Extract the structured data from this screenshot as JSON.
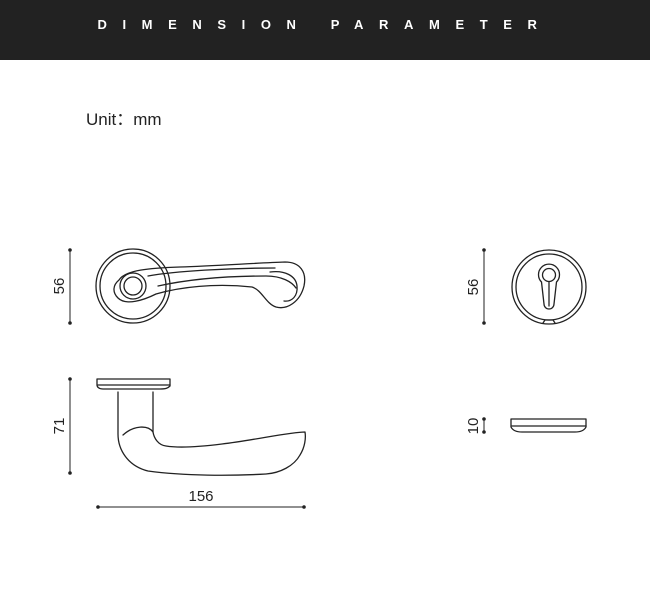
{
  "header": {
    "title": "DIMENSION PARAMETER"
  },
  "unit": {
    "label": "Unit：mm"
  },
  "dimensions": {
    "handle_top_height": "56",
    "handle_side_height": "71",
    "handle_length": "156",
    "escutcheon_height": "56",
    "escutcheon_depth": "10"
  },
  "colors": {
    "header_bg": "#222222",
    "header_text": "#ffffff",
    "line": "#222222"
  }
}
